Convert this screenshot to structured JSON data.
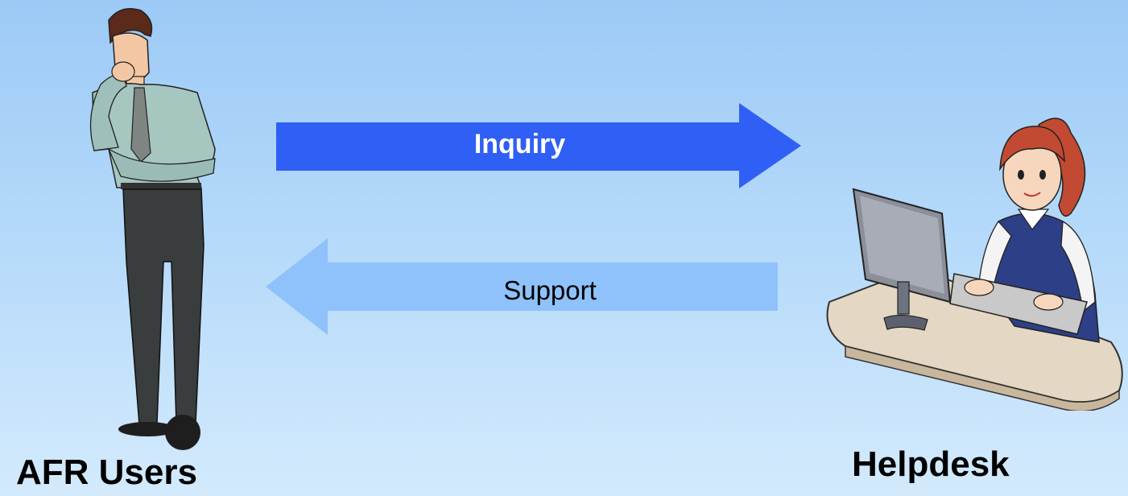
{
  "diagram": {
    "left_actor": {
      "label": "AFR Users",
      "icon": "thinking-businessman-icon"
    },
    "right_actor": {
      "label": "Helpdesk",
      "icon": "helpdesk-operator-at-computer-icon"
    },
    "arrows": [
      {
        "label": "Inquiry",
        "direction": "right",
        "color": "#2f5ff5",
        "label_color": "#ffffff"
      },
      {
        "label": "Support",
        "direction": "left",
        "color": "#8fc2fb",
        "label_color": "#000000"
      }
    ]
  },
  "colors": {
    "background_top": "#9ccaf6",
    "background_bottom": "#d3eafc"
  }
}
